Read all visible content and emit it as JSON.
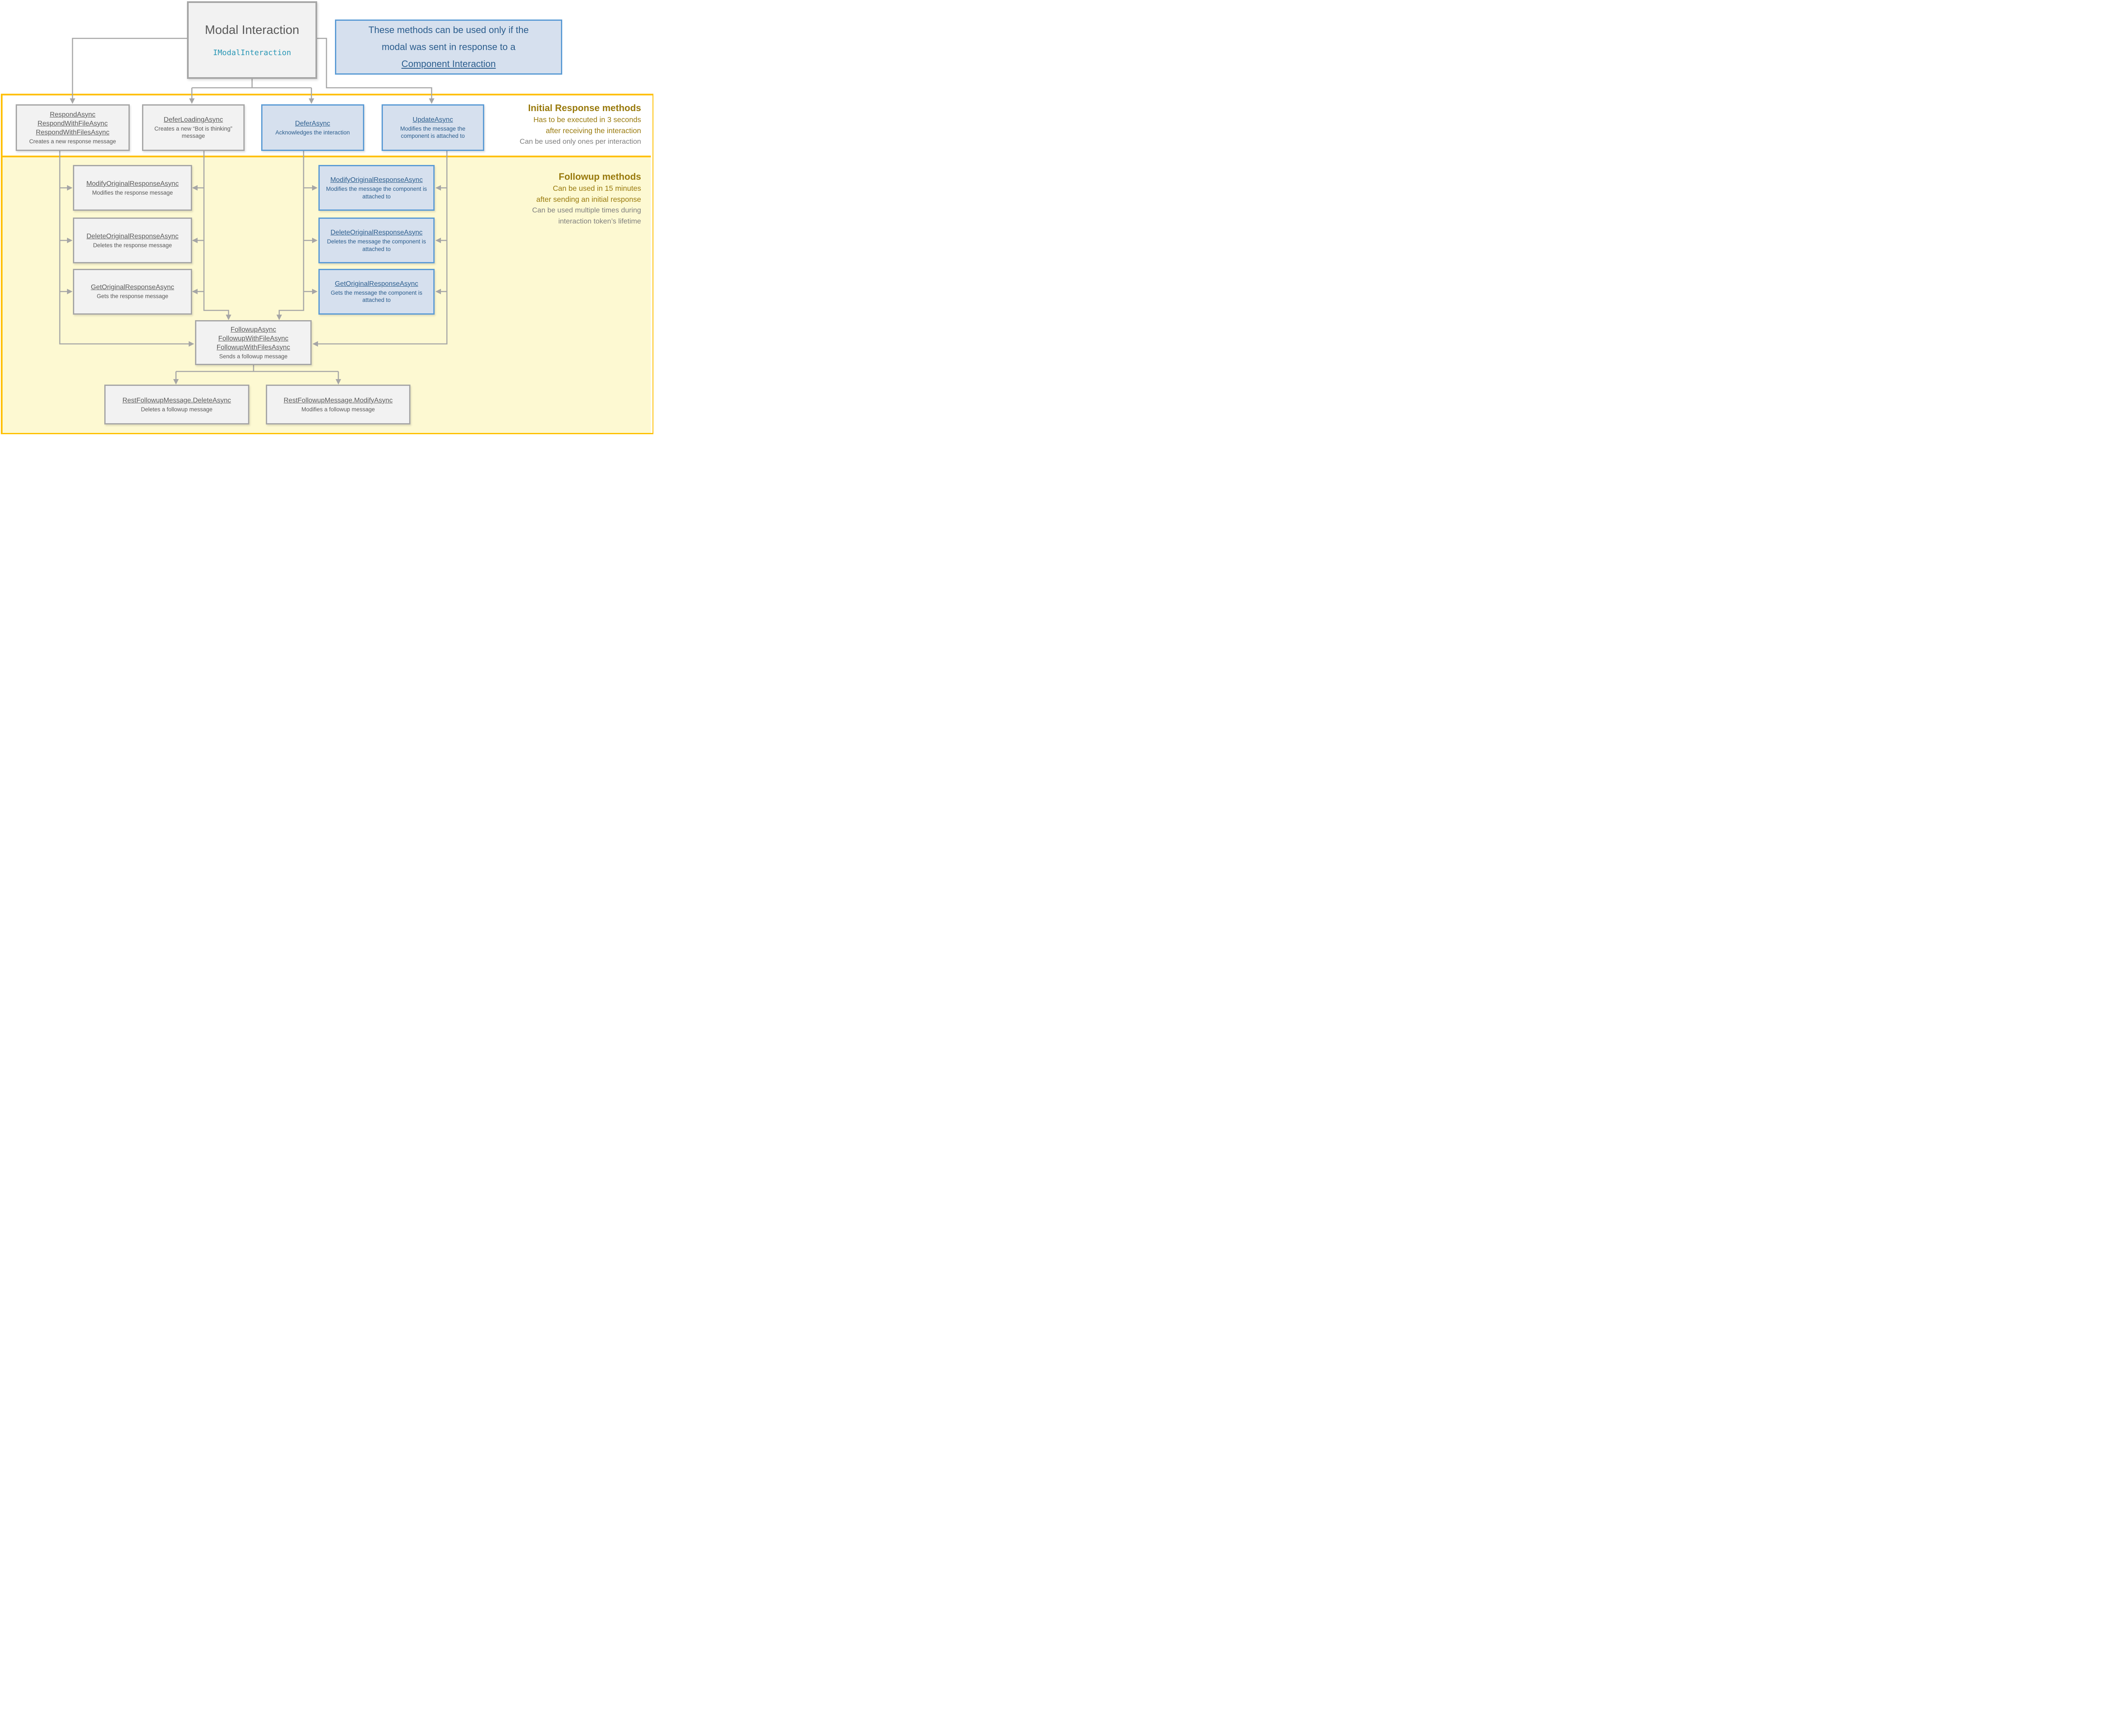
{
  "title_box": {
    "title": "Modal Interaction",
    "interface_name": "IModalInteraction"
  },
  "note_box": {
    "line1": "These methods can be used only if the",
    "line2": "modal was sent in response to a",
    "link_text": "Component Interaction"
  },
  "initial_section": {
    "heading": "Initial Response methods",
    "constraint1": "Has to be executed in 3 seconds",
    "constraint2": "after receiving the interaction",
    "note": "Can be used only ones per interaction"
  },
  "followup_section": {
    "heading": "Followup methods",
    "constraint1": "Can be used in 15 minutes",
    "constraint2": "after sending an initial response",
    "note1": "Can be used multiple times during",
    "note2": "interaction token’s lifetime"
  },
  "nodes": {
    "respond": {
      "methods": [
        "RespondAsync",
        "RespondWithFileAsync",
        "RespondWithFilesAsync"
      ],
      "description": "Creates a new response message"
    },
    "defer_loading": {
      "methods": [
        "DeferLoadingAsync"
      ],
      "description": "Creates a new “Bot is thinking” message"
    },
    "defer": {
      "methods": [
        "DeferAsync"
      ],
      "description": "Acknowledges the interaction"
    },
    "update": {
      "methods": [
        "UpdateAsync"
      ],
      "description": "Modifies the message the component is attached to"
    },
    "modify_original_gray": {
      "methods": [
        "ModifyOriginalResponseAsync"
      ],
      "description": "Modifies the response message"
    },
    "delete_original_gray": {
      "methods": [
        "DeleteOriginalResponseAsync"
      ],
      "description": "Deletes the response message"
    },
    "get_original_gray": {
      "methods": [
        "GetOriginalResponseAsync"
      ],
      "description": "Gets the response message"
    },
    "modify_original_blue": {
      "methods": [
        "ModifyOriginalResponseAsync"
      ],
      "description": "Modifies the message the component is attached to"
    },
    "delete_original_blue": {
      "methods": [
        "DeleteOriginalResponseAsync"
      ],
      "description": "Deletes the message the component is attached to"
    },
    "get_original_blue": {
      "methods": [
        "GetOriginalResponseAsync"
      ],
      "description": "Gets the message the component is attached to"
    },
    "followup": {
      "methods": [
        "FollowupAsync",
        "FollowupWithFileAsync",
        "FollowupWithFilesAsync"
      ],
      "description": "Sends a followup message"
    },
    "rest_delete": {
      "methods": [
        "RestFollowupMessage.DeleteAsync"
      ],
      "description": "Deletes a followup message"
    },
    "rest_modify": {
      "methods": [
        "RestFollowupMessage.ModifyAsync"
      ],
      "description": "Modifies a followup message"
    }
  },
  "colors": {
    "accent_orange": "#FFC000",
    "band_yellow": "#fdf9d2",
    "gray_border": "#a6a6a6",
    "gray_fill": "#f2f2f2",
    "gray_text": "#595959",
    "blue_border": "#5b9bd5",
    "blue_fill": "#d6e0ee",
    "blue_text": "#2b5d8d",
    "gold_text": "#997a0d",
    "teal_text": "#2a97b5"
  }
}
